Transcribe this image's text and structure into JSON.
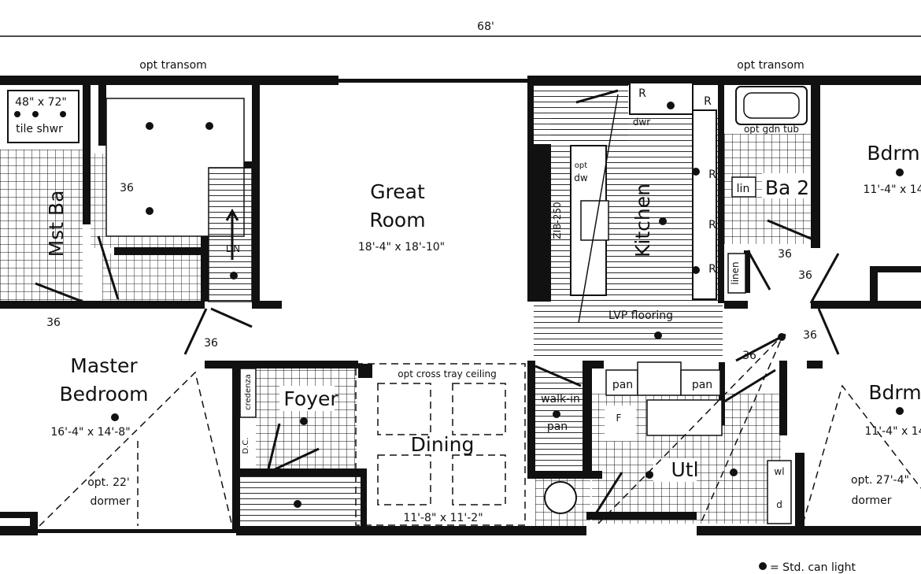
{
  "overall_width": "68'",
  "legend": "= Std. can light",
  "labels": {
    "opt_transom_left": "opt transom",
    "opt_transom_right": "opt transom",
    "shower_size": "48\" x 72\"",
    "tile_shower": "tile shwr",
    "master_bath": "Mst Ba",
    "dwr": "dwr",
    "dn": "DN",
    "great_room": "Great",
    "great_room_2": "Room",
    "great_room_size": "18'-4\" x 18'-10\"",
    "opt_dw_1": "opt",
    "opt_dw_2": "dw",
    "zib": "ZIB-250",
    "kitchen": "Kitchen",
    "lvp": "LVP flooring",
    "refrigerator_1": "R",
    "refrigerator_2": "R",
    "refrigerator_3": "R",
    "refrigerator_4": "R",
    "refrigerator_5": "R",
    "dwr_kitchen": "dwr",
    "opt_gdn_tub": "opt gdn tub",
    "lin": "lin",
    "bath_2": "Ba 2",
    "linen": "linen",
    "bedroom_top": "Bdrm",
    "bedroom_top_size": "11'-4\" x 14",
    "bedroom_bottom": "Bdrm",
    "bedroom_bottom_size": "11'-4\" x 14",
    "opt_dormer_right": "opt. 27'-4\"",
    "dormer_right": "dormer",
    "master_bedroom": "Master",
    "master_bedroom_2": "Bedroom",
    "master_bedroom_size": "16'-4\" x 14'-8\"",
    "opt_dormer_left": "opt. 22'",
    "dormer_left": "dormer",
    "credenza": "credenza",
    "dc": "D.C.",
    "foyer": "Foyer",
    "opt_tray": "opt cross tray ceiling",
    "dining": "Dining",
    "dining_size": "11'-8\" x 11'-2\"",
    "walk_in": "walk-in",
    "pan": "pan",
    "pan_1": "pan",
    "pan_2": "pan",
    "utl": "Utl",
    "wl": "wl",
    "d": "d",
    "f": "F",
    "door_36_a": "36",
    "door_36_b": "36",
    "door_36_c": "36",
    "door_36_d": "36",
    "door_36_e": "36",
    "door_36_f": "36",
    "door_36_g": "36"
  }
}
